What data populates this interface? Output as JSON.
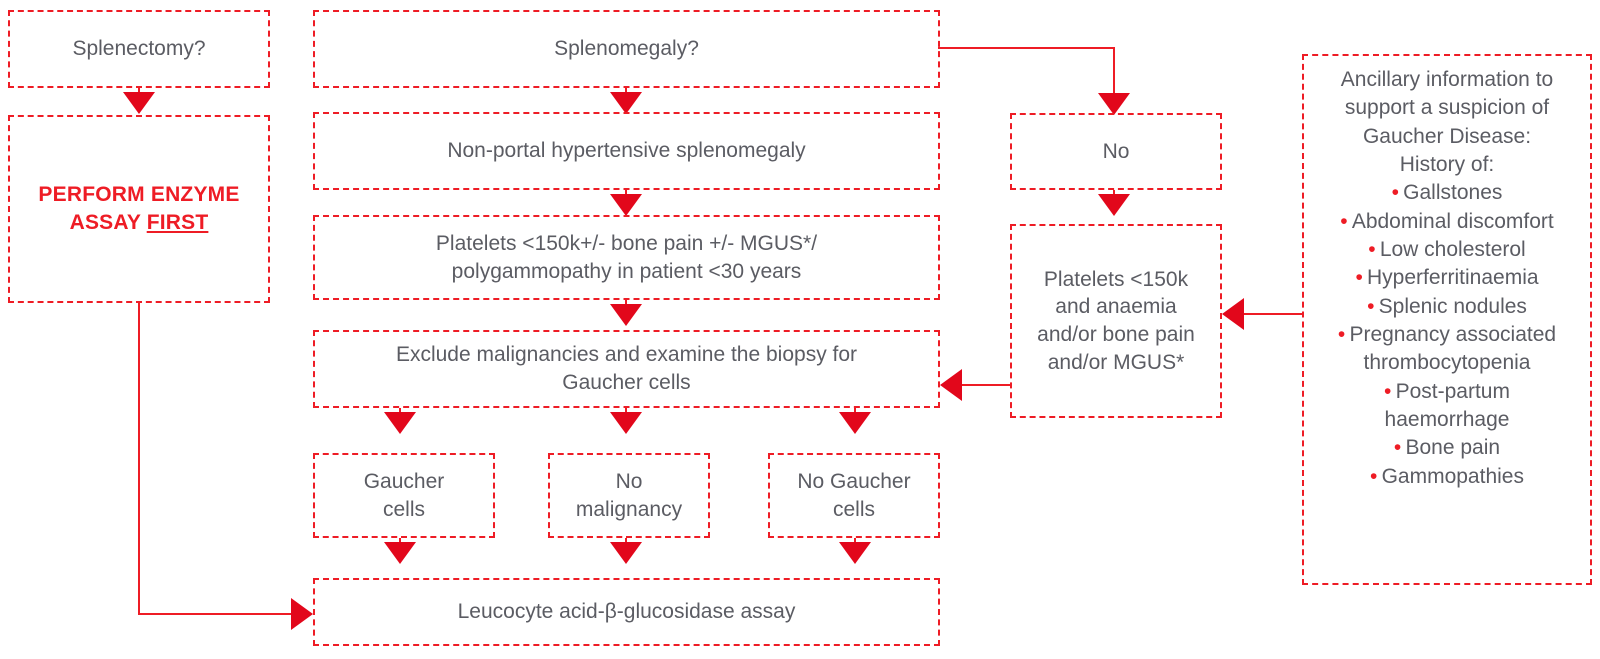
{
  "theme": {
    "line_color": "#ee1c25",
    "arrow_color": "#e2071b",
    "text_color": "#5b5c63",
    "emphasis_color": "#ee1c25",
    "background": "#ffffff"
  },
  "nodes": {
    "splenectomy": "Splenectomy?",
    "perform_assay_line1": "PERFORM ENZYME",
    "perform_assay_line2_pre": "ASSAY ",
    "perform_assay_line2_underlined": "FIRST",
    "splenomegaly": "Splenomegaly?",
    "non_portal": "Non-portal hypertensive splenomegaly",
    "platelets_main_line1": "Platelets <150k+/- bone pain +/- MGUS*/",
    "platelets_main_line2": "polygammopathy in patient <30 years",
    "exclude_line1": "Exclude malignancies and examine the biopsy for",
    "exclude_line2": "Gaucher cells",
    "gaucher_cells_line1": "Gaucher",
    "gaucher_cells_line2": "cells",
    "no_malignancy_line1": "No",
    "no_malignancy_line2": "malignancy",
    "no_gaucher_cells_line1": "No Gaucher",
    "no_gaucher_cells_line2": "cells",
    "leucocyte_assay": "Leucocyte acid-β-glucosidase assay",
    "no_answer": "No",
    "platelets_right_line1": "Platelets <150k",
    "platelets_right_line2": "and anaemia",
    "platelets_right_line3": "and/or bone pain",
    "platelets_right_line4": "and/or MGUS*"
  },
  "ancillary": {
    "header_line1": "Ancillary information to",
    "header_line2": "support a suspicion of",
    "header_line3": "Gaucher Disease:",
    "header_line4": "History of:",
    "bullet_char": "•",
    "items": [
      "Gallstones",
      "Abdominal discomfort",
      "Low cholesterol",
      "Hyperferritinaemia",
      "Splenic nodules",
      "Pregnancy associated",
      "thrombocytopenia",
      "Post-partum",
      "haemorrhage",
      "Bone pain",
      "Gammopathies"
    ],
    "items_with_bullet": [
      true,
      true,
      true,
      true,
      true,
      true,
      false,
      true,
      false,
      true,
      true
    ]
  }
}
